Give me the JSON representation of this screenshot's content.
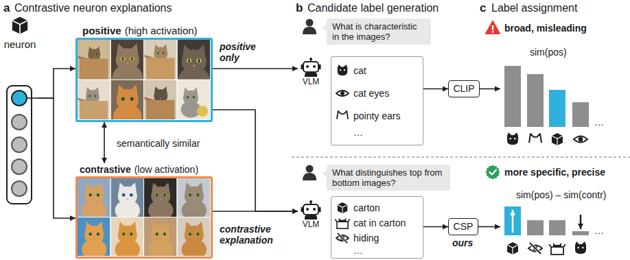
{
  "diagram": {
    "nodes": [
      {
        "text": [
          "neuron"
        ]
      },
      {
        "text": [
          "positive",
          "(high activation)"
        ]
      },
      {
        "text": [
          "contrastive",
          "(low activation)"
        ]
      },
      {
        "text": [
          "What is characteristic in the images?"
        ]
      },
      {
        "text": [
          "VLM"
        ]
      },
      {
        "text": [
          "cat",
          "cat eyes",
          "pointy ears",
          "…"
        ]
      },
      {
        "text": [
          "CLIP"
        ]
      },
      {
        "text": [
          "What distinguishes top from bottom images?"
        ]
      },
      {
        "text": [
          "VLM"
        ]
      },
      {
        "text": [
          "carton",
          "cat in carton",
          "hiding",
          "…"
        ]
      },
      {
        "text": [
          "CSP"
        ]
      }
    ],
    "edges": [
      {
        "from": 0,
        "to": 1,
        "arrow": "to"
      },
      {
        "from": 0,
        "to": 2,
        "arrow": "to"
      },
      {
        "from": 1,
        "to": 2,
        "arrow": "both",
        "label": "semantically similar"
      },
      {
        "from": 1,
        "to": 4,
        "arrow": "to",
        "label": "positive only"
      },
      {
        "from": 1,
        "to": 8,
        "arrow": "to"
      },
      {
        "from": 2,
        "to": 8,
        "arrow": "to",
        "label": "contrastive explanation"
      },
      {
        "from": 5,
        "to": 6,
        "arrow": "to"
      },
      {
        "from": 9,
        "to": 10,
        "arrow": "to"
      }
    ],
    "labels": [
      "a",
      "Contrastive neuron explanations",
      "b",
      "Candidate label generation",
      "c",
      "Label assignment",
      "broad, misleading",
      "sim(pos)",
      "…",
      "ours",
      "more specific, precise",
      "sim(pos) – sim(contr)",
      "…"
    ]
  }
}
